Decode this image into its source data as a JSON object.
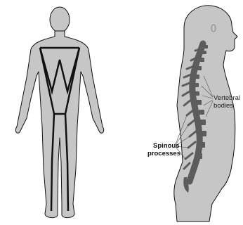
{
  "labels": {
    "vertebral_bodies_line1": "Vertebral",
    "vertebral_bodies_line2": "bodies",
    "spinous_processes_line1": "Spinous",
    "spinous_processes_line2": "processes"
  },
  "colors": {
    "body_fill": "#c6c6c6",
    "outline": "#111111",
    "spine": "#5c5c5c",
    "background": "#ffffff"
  }
}
